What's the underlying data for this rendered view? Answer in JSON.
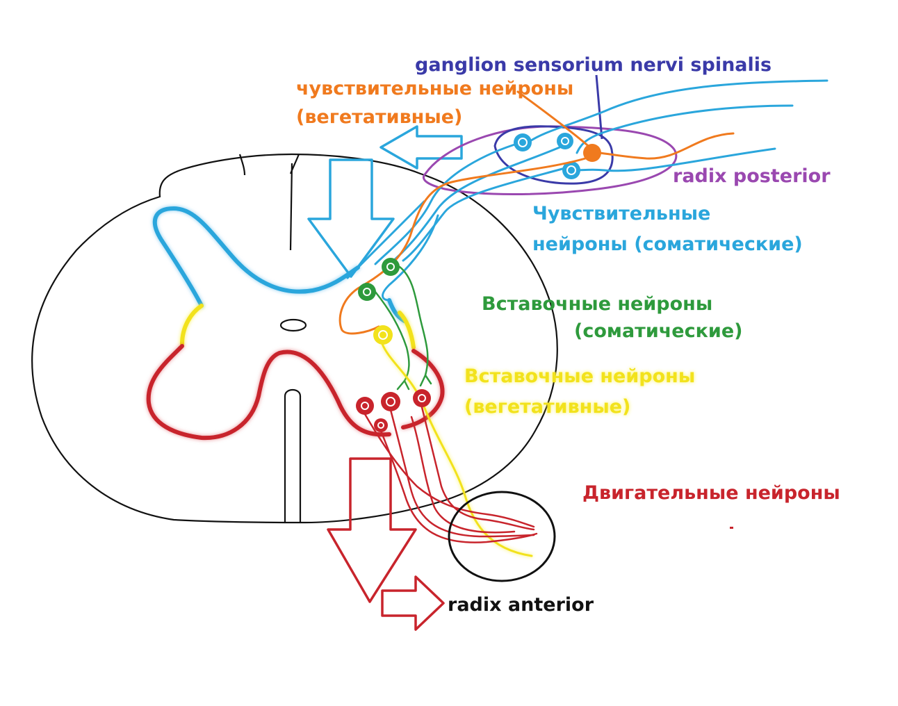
{
  "labels": {
    "ganglion": "ganglion sensorium nervi spinalis",
    "sensory_veg_line1": "чувствительные нейроны",
    "sensory_veg_line2": "(вегетативные)",
    "radix_posterior": "radix posterior",
    "sensory_som_line1": "Чувствительные",
    "sensory_som_line2": "нейроны (соматические)",
    "inter_som_line1": "Вставочные нейроны",
    "inter_som_line2": "(соматические)",
    "inter_veg_line1": "Вставочные нейроны",
    "inter_veg_line2": "(вегетативные)",
    "motor": "Двигательные нейроны",
    "radix_anterior": "radix anterior"
  },
  "colors": {
    "outline": "#111111",
    "sensory_somatic": "#2aa6dc",
    "sensory_vegetative": "#f07a1e",
    "ganglion": "#3a3aa8",
    "radix_posterior": "#9a48b0",
    "interneuron_somatic": "#2e9a3c",
    "interneuron_vegetative": "#f2e21c",
    "motor": "#c8242c"
  }
}
